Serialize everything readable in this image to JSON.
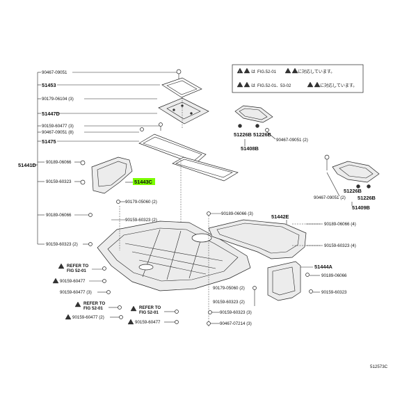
{
  "diagram": {
    "image_code": "512573C",
    "highlight_color": "#7CFC00",
    "notes": {
      "line1": {
        "prefix": "は",
        "ref": "FIG.52-01",
        "suffix": "に対応しています。"
      },
      "line2": {
        "prefix": "は",
        "ref": "FIG.52-01、53-02",
        "suffix": "に対応しています。"
      }
    },
    "left_labels": {
      "main_assembly": "51441D",
      "l1": "90467-09051",
      "l2": "51453",
      "l3": "90179-06104 (3)",
      "l4": "51447D",
      "l5": "90159-60477 (3)",
      "l6": "90467-09051 (8)",
      "l7": "51475",
      "l8": "90189-06066",
      "l9": "90159-60323",
      "l10": "90189-06066",
      "l11": "90159-60323 (2)"
    },
    "center_labels": {
      "highlighted": "51443C",
      "c1": "90179-05060 (2)",
      "c2": "90159-60323 (2)",
      "c3": "90189-06066 (3)",
      "c4": "90179-05060 (2)",
      "c5": "90159-60323 (2)",
      "c6": "90159-60323 (3)",
      "c7": "90467-07214 (3)"
    },
    "right_labels": {
      "r1": "51226B",
      "r2": "51226B",
      "r3": "51408B",
      "r4": "90467-09051 (2)",
      "r5": "90467-09051 (2)",
      "r6": "51226B",
      "r7": "51226B",
      "r8": "51409B",
      "r9": "51442E",
      "r10": "90189-06066 (4)",
      "r11": "90159-60323 (4)",
      "r12": "51444A",
      "r13": "90189-06066",
      "r14": "90159-60323"
    },
    "bottom_labels": {
      "refer1_a": "REFER TO",
      "refer1_b": "FIG 52-01",
      "b1": "90159-60477",
      "b2": "90159-60477 (3)",
      "refer2_a": "REFER TO",
      "refer2_b": "FIG 52-01",
      "refer3_a": "REFER TO",
      "refer3_b": "FIG 52-01",
      "b3": "90159-60477 (2)",
      "b4": "90159-60477"
    }
  }
}
